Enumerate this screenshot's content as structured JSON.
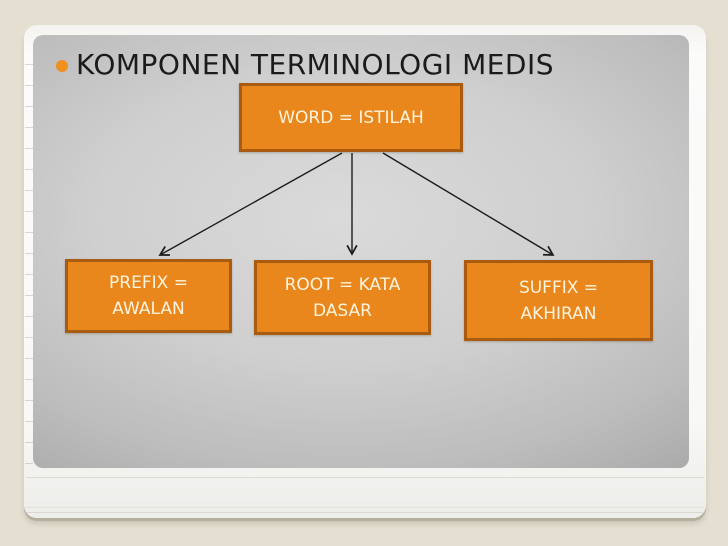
{
  "slide": {
    "title": {
      "text": "KOMPONEN TERMINOLOGI MEDIS"
    },
    "diagram": {
      "nodes": [
        {
          "id": "word",
          "label": "WORD = ISTILAH"
        },
        {
          "id": "prefix",
          "label": "PREFIX =\nAWALAN"
        },
        {
          "id": "root",
          "label": "ROOT = KATA\nDASAR"
        },
        {
          "id": "suffix",
          "label": "SUFFIX =\nAKHIRAN"
        }
      ],
      "edges": [
        {
          "from": "word",
          "to": "prefix"
        },
        {
          "from": "word",
          "to": "root"
        },
        {
          "from": "word",
          "to": "suffix"
        }
      ]
    },
    "colors": {
      "page_background": "#E5DFD2",
      "card_background": "#F8F8F6",
      "panel_gradient_center": "#DADADA",
      "panel_gradient_edge": "#9C9C9C",
      "node_fill": "#E9861C",
      "node_border": "#A95B10",
      "node_text": "#FCF4DE",
      "title_text": "#1B1B1B",
      "bullet": "#F0901E",
      "arrow": "#1C1C1C"
    }
  }
}
